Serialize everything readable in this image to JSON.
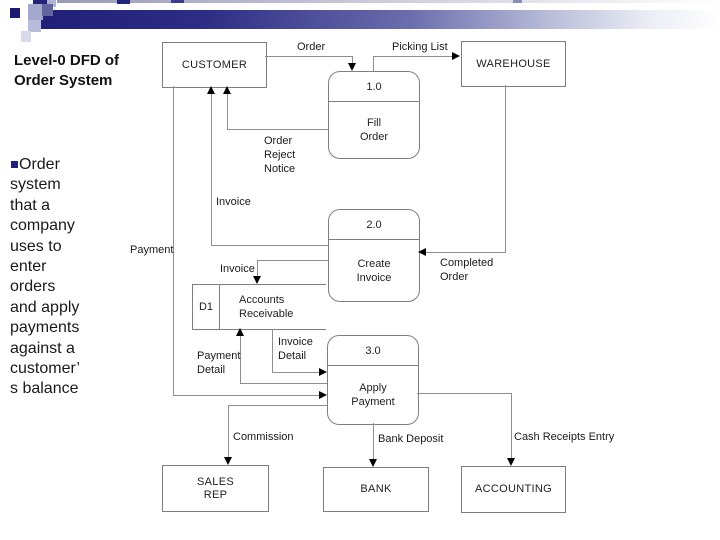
{
  "slide": {
    "title": "Level-0 DFD of\nOrder System",
    "bullet_text": "Order\nsystem\nthat a\ncompany\nuses to\nenter\norders\nand apply\npayments\nagainst a\ncustomer’\ns balance"
  },
  "entities": {
    "customer": "CUSTOMER",
    "warehouse": "WAREHOUSE",
    "sales_rep": "SALES\nREP",
    "bank": "BANK",
    "accounting": "ACCOUNTING"
  },
  "processes": {
    "p1": {
      "number": "1.0",
      "name": "Fill\nOrder"
    },
    "p2": {
      "number": "2.0",
      "name": "Create\nInvoice"
    },
    "p3": {
      "number": "3.0",
      "name": "Apply\nPayment"
    }
  },
  "datastore": {
    "id": "D1",
    "name": "Accounts\nReceivable"
  },
  "flows": {
    "order": "Order",
    "picking_list": "Picking List",
    "order_reject_notice": "Order\nReject\nNotice",
    "invoice_to_customer": "Invoice",
    "payment": "Payment",
    "completed_order": "Completed\nOrder",
    "invoice_to_store": "Invoice",
    "payment_detail": "Payment\nDetail",
    "invoice_detail": "Invoice\nDetail",
    "commission": "Commission",
    "bank_deposit": "Bank Deposit",
    "cash_receipts_entry": "Cash Receipts Entry"
  },
  "colors": {
    "accent_navy": "#1F1F78",
    "line_gray": "#8E8E8E",
    "border_gray": "#7F7F7F",
    "text_black": "#000000"
  }
}
